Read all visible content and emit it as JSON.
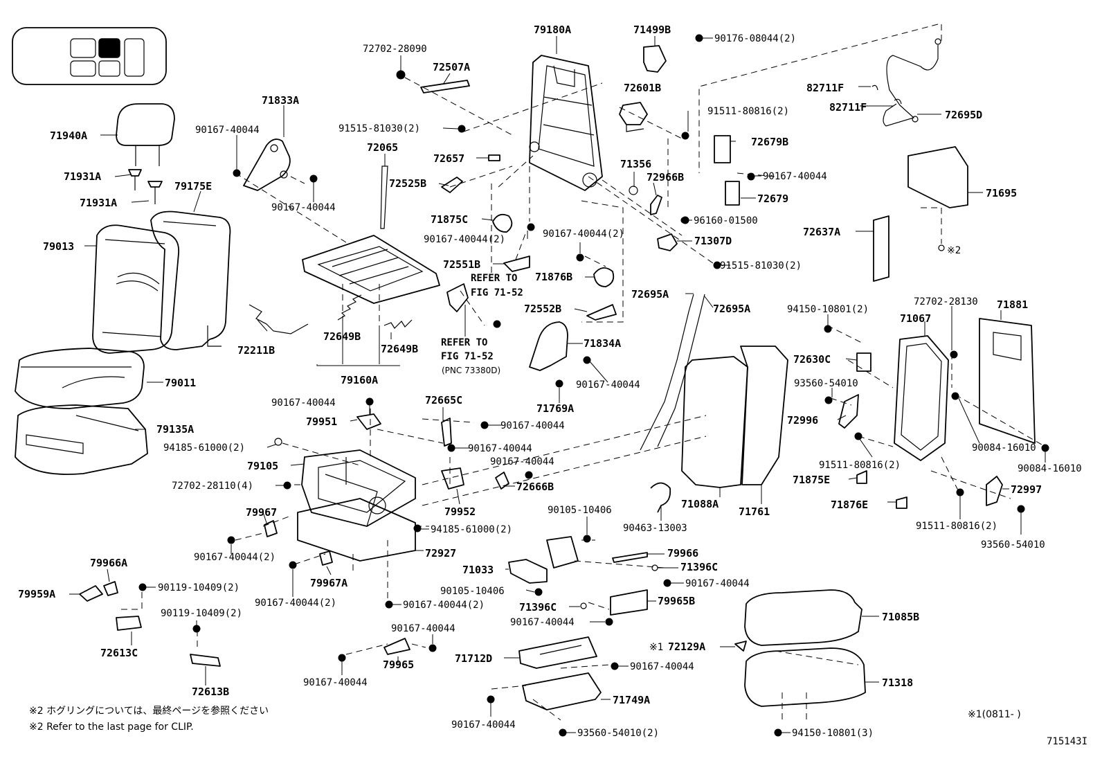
{
  "labels": [
    "79180A",
    "71499B",
    "90176-08044(2)",
    "72702-28090",
    "72507A",
    "72601B",
    "91511-80816(2)",
    "82711F",
    "82711F",
    "72695D",
    "71833A",
    "71940A",
    "90167-40044",
    "91515-81030(2)",
    "72065",
    "72657",
    "72679B",
    "71931A",
    "71931A",
    "79175E",
    "90167-40044",
    "72525B",
    "71356",
    "72966B",
    "90167-40044",
    "71695",
    "72679",
    "71875C",
    "96160-01500",
    "79013",
    "90167-40044(2)",
    "90167-40044(2)",
    "72637A",
    "71307D",
    "72551B",
    "REFER TO",
    "FIG 71-52",
    "71876B",
    "91515-81030(2)",
    "※2",
    "72695A",
    "72695A",
    "94150-10801(2)",
    "72702-28130",
    "71881",
    "72552B",
    "71067",
    "72211B",
    "72649B",
    "72649B",
    "REFER TO",
    "FIG 71-52",
    "(PNC 73380D)",
    "71834A",
    "72630C",
    "79011",
    "79160A",
    "90167-40044",
    "93560-54010",
    "90167-40044",
    "71769A",
    "72996",
    "72665C",
    "79135A",
    "79951",
    "90167-40044",
    "94185-61000(2)",
    "90167-40044",
    "90084-16010",
    "79105",
    "90167-40044",
    "91511-80816(2)",
    "90084-16010",
    "72666B",
    "71875E",
    "72702-28110(4)",
    "72997",
    "71088A",
    "71761",
    "79952",
    "79967",
    "94185-61000(2)",
    "71876E",
    "90105-10406",
    "90463-13003",
    "91511-80816(2)",
    "93560-54010",
    "79966",
    "90167-40044(2)",
    "72927",
    "79966A",
    "71396C",
    "71033",
    "90167-40044",
    "79967A",
    "90119-10409(2)",
    "79959A",
    "90105-10406",
    "90167-40044(2)",
    "90167-40044(2)",
    "90119-10409(2)",
    "71396C",
    "79965B",
    "71085B",
    "90167-40044",
    "72613C",
    "90167-40044",
    "79965",
    "72129A",
    "71712D",
    "90167-40044",
    "90167-40044",
    "71318",
    "72613B",
    "71749A",
    "90167-40044",
    "93560-54010(2)",
    "94150-10801(3)"
  ],
  "footnotes": [
    "※2  ホグリングについては、最終ページを参照ください",
    "※2  Refer to the last page for CLIP."
  ],
  "corner": {
    "note": "※1(0811-    )",
    "figure_id": "715143I"
  },
  "note_prefix": "※1"
}
